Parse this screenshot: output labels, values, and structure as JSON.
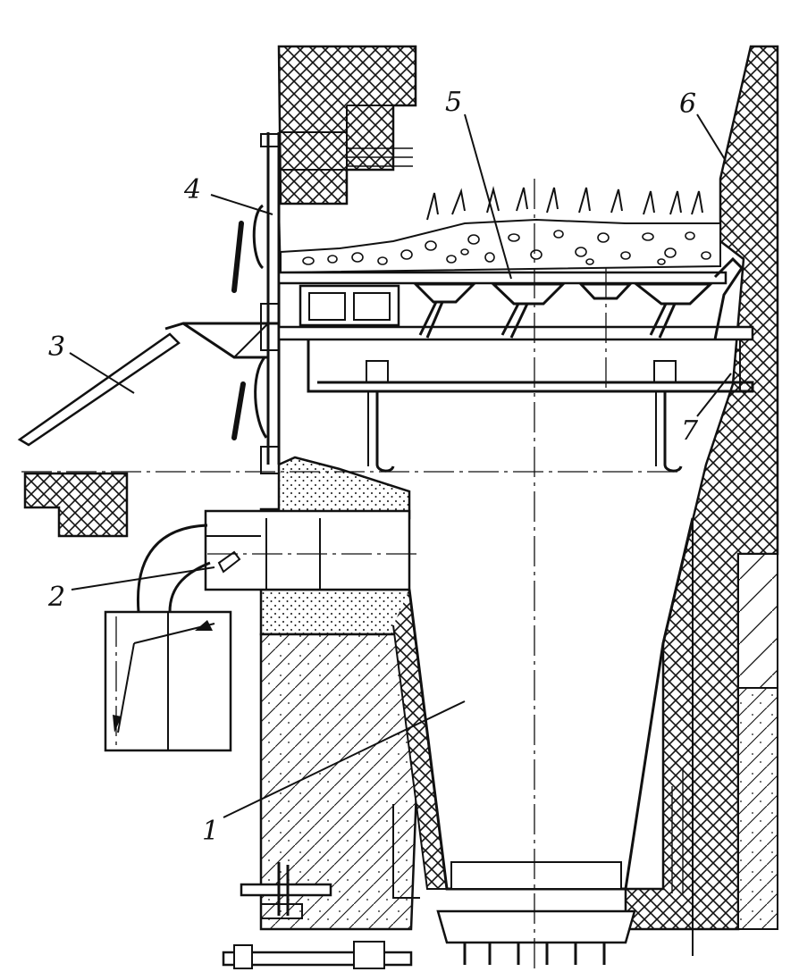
{
  "diagram": {
    "labels": {
      "l1": "1",
      "l2": "2",
      "l3": "3",
      "l4": "4",
      "l5": "5",
      "l6": "6",
      "l7": "7"
    },
    "colors": {
      "ink": "#111111",
      "paper": "#ffffff"
    }
  }
}
